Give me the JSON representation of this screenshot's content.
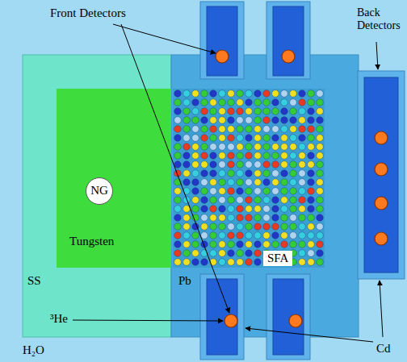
{
  "diagram": {
    "nodes": [
      {
        "text": [
          "SS"
        ]
      },
      {
        "text": [
          "Tungsten"
        ],
        "in": 0
      },
      {
        "text": [
          "NG"
        ],
        "in": 1
      },
      {
        "text": [
          "Pb"
        ]
      },
      {
        "text": [
          "SFA"
        ],
        "in": 3
      }
    ],
    "labels": [
      "Front Detectors",
      "Back Detectors",
      "³He",
      "Cd",
      "H₂O"
    ]
  }
}
